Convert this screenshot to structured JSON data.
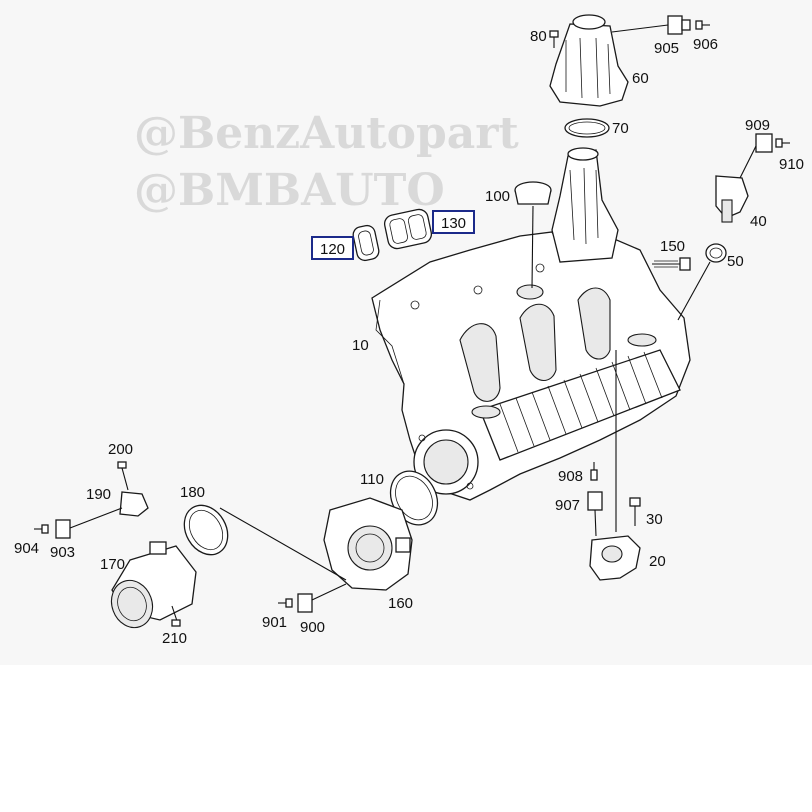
{
  "watermark": {
    "line1": "@BenzAutopart",
    "line2": "@BMBAUTO"
  },
  "labels": {
    "p10": "10",
    "p20": "20",
    "p30": "30",
    "p40": "40",
    "p50": "50",
    "p60": "60",
    "p70": "70",
    "p80": "80",
    "p100": "100",
    "p110": "110",
    "p120": "120",
    "p130": "130",
    "p150": "150",
    "p160": "160",
    "p170": "170",
    "p180": "180",
    "p190": "190",
    "p200": "200",
    "p210": "210",
    "p900": "900",
    "p901": "901",
    "p903": "903",
    "p904": "904",
    "p905": "905",
    "p906": "906",
    "p907": "907",
    "p908": "908",
    "p909": "909",
    "p910": "910"
  },
  "highlighted": [
    "120",
    "130"
  ],
  "colors": {
    "highlight_border": "#1c2a8a",
    "watermark": "#d9d9d9",
    "background": "#f7f7f7"
  }
}
